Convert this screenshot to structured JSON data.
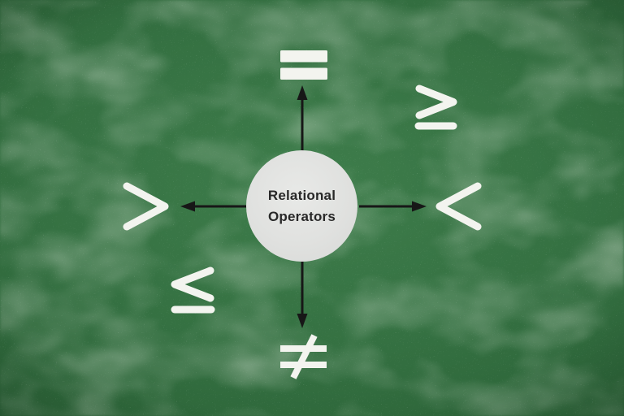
{
  "node": {
    "label": "Relational Operators",
    "label_line1": "Relational",
    "label_line2": "Operators"
  },
  "symbols": {
    "top": {
      "name": "equal-to",
      "glyph": "="
    },
    "top_right": {
      "name": "greater-than-or-equal-to",
      "glyph": "≥"
    },
    "right": {
      "name": "less-than",
      "glyph": "<"
    },
    "bottom": {
      "name": "not-equal-to",
      "glyph": "≠"
    },
    "bottom_left": {
      "name": "less-than-or-equal-to",
      "glyph": "≤"
    },
    "left": {
      "name": "greater-than",
      "glyph": ">"
    }
  },
  "colors": {
    "board_green": "#2e6b3c",
    "chalk_white": "#f3f4ef",
    "arrow_black": "#171717",
    "node_fill": "#e0e1df",
    "node_text": "#282828"
  }
}
